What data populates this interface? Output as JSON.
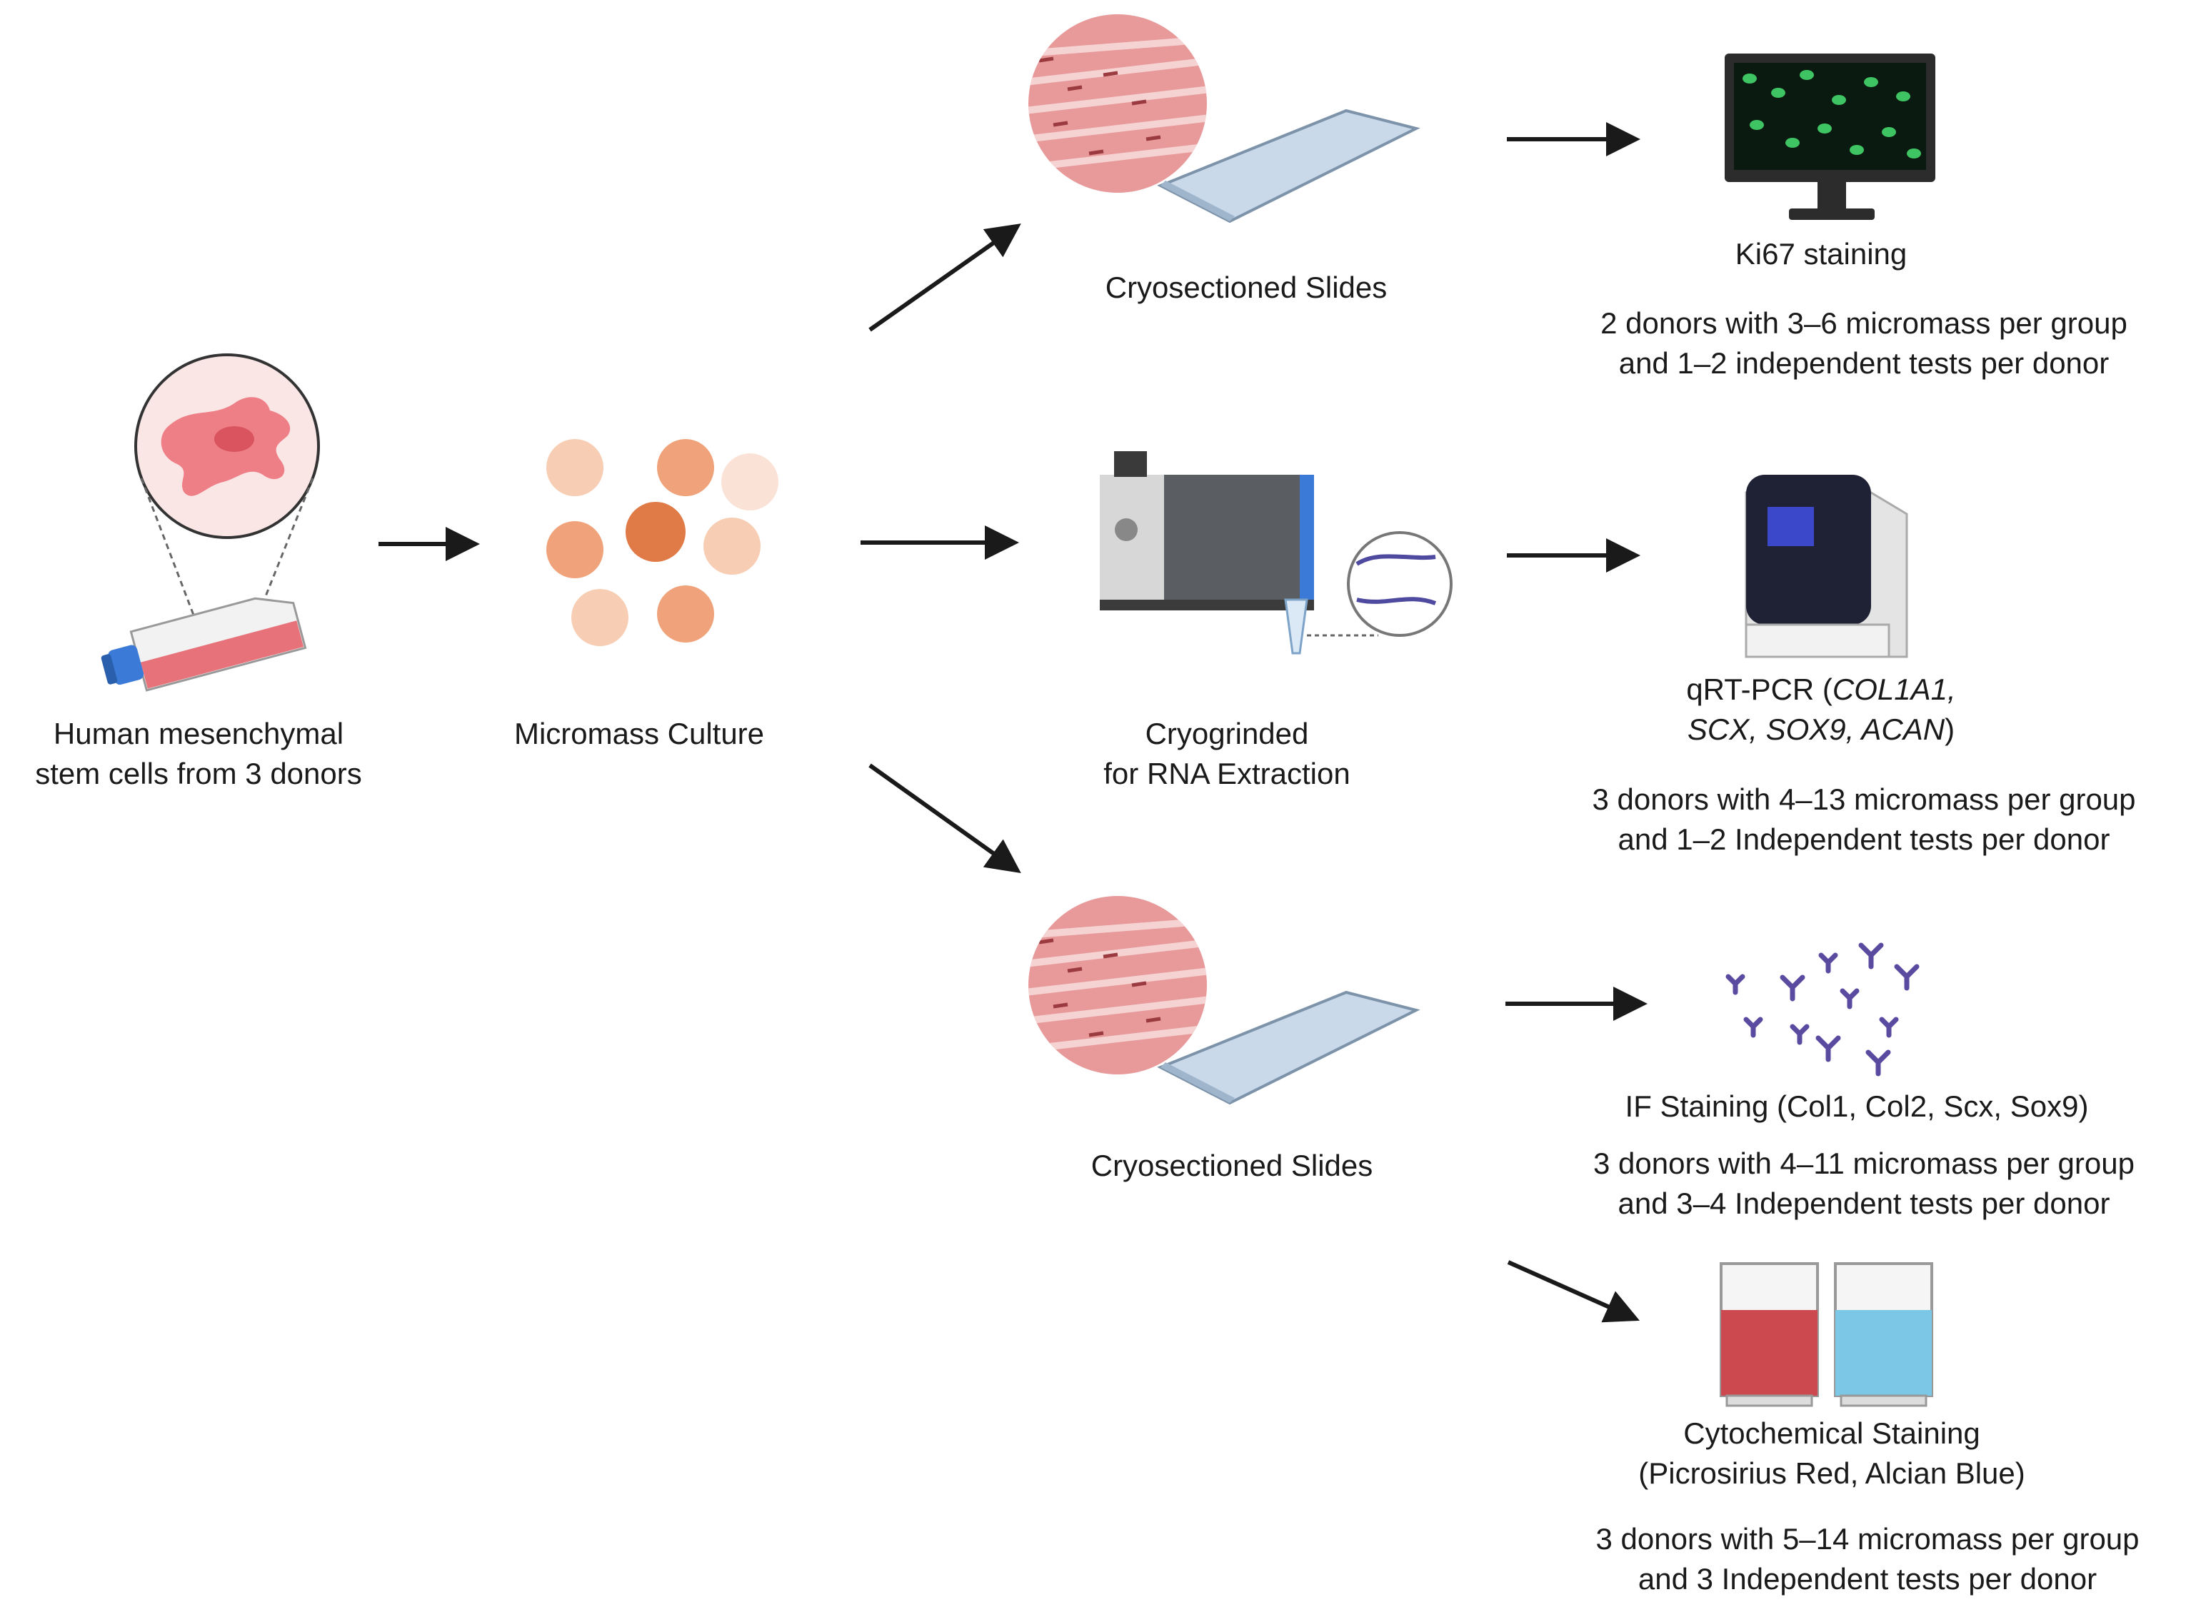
{
  "colors": {
    "arrow": "#1a1a1a",
    "cell": "#ef7f86",
    "flask_liquid": "#e5646d",
    "flask_cap": "#3b7ad6",
    "micromass_dark": "#e07a46",
    "micromass_mid": "#f0a37a",
    "micromass_light": "#f7cdb4",
    "tissue": "#e8999a",
    "slide": "#c9d9ea",
    "monitor": "#2c2c2c",
    "monitor_screen": "#0a1a10",
    "cell_green": "#3fc463",
    "qpcr_screen": "#3b48c9",
    "antibody": "#5a4aa0",
    "picrosirius": "#cc4a4f",
    "alcian": "#7cc7e6"
  },
  "icons": {
    "source": "stem-cell-flask-icon",
    "culture": "micromass-spheres-icon",
    "slides": "cryosection-slide-icon",
    "grinder": "cryogrinder-icon",
    "monitor": "microscope-monitor-icon",
    "qpcr": "qpcr-machine-icon",
    "antibodies": "antibody-icon",
    "cuvettes": "staining-cuvette-icon"
  },
  "nodes": {
    "source": {
      "lines": [
        "Human mesenchymal",
        "stem cells from 3 donors"
      ]
    },
    "culture": {
      "lines": [
        "Micromass Culture"
      ]
    },
    "slides_top": {
      "lines": [
        "Cryosectioned Slides"
      ]
    },
    "grind": {
      "lines": [
        "Cryogrinded",
        "for RNA Extraction"
      ]
    },
    "slides_bottom": {
      "lines": [
        "Cryosectioned Slides"
      ]
    },
    "ki67": {
      "title": "Ki67 staining",
      "detail": [
        "2 donors with 3–6 micromass per group",
        "and 1–2 independent  tests per donor"
      ]
    },
    "qpcr": {
      "title_prefix": "qRT-PCR (",
      "genes_line1": "COL1A1,",
      "genes_line2": "SCX, SOX9, ACAN",
      "title_suffix": ")",
      "detail": [
        "3 donors with 4–13 micromass per group",
        "and 1–2 Independent  tests per donor"
      ]
    },
    "if": {
      "title": "IF Staining (Col1, Col2, Scx, Sox9)",
      "detail": [
        "3 donors with 4–11 micromass per group",
        "and 3–4 Independent  tests per donor"
      ]
    },
    "cyto": {
      "title": [
        "Cytochemical Staining",
        "(Picrosirius Red, Alcian Blue)"
      ],
      "detail": [
        "3 donors with 5–14 micromass per group",
        "and 3 Independent  tests per donor"
      ]
    }
  }
}
